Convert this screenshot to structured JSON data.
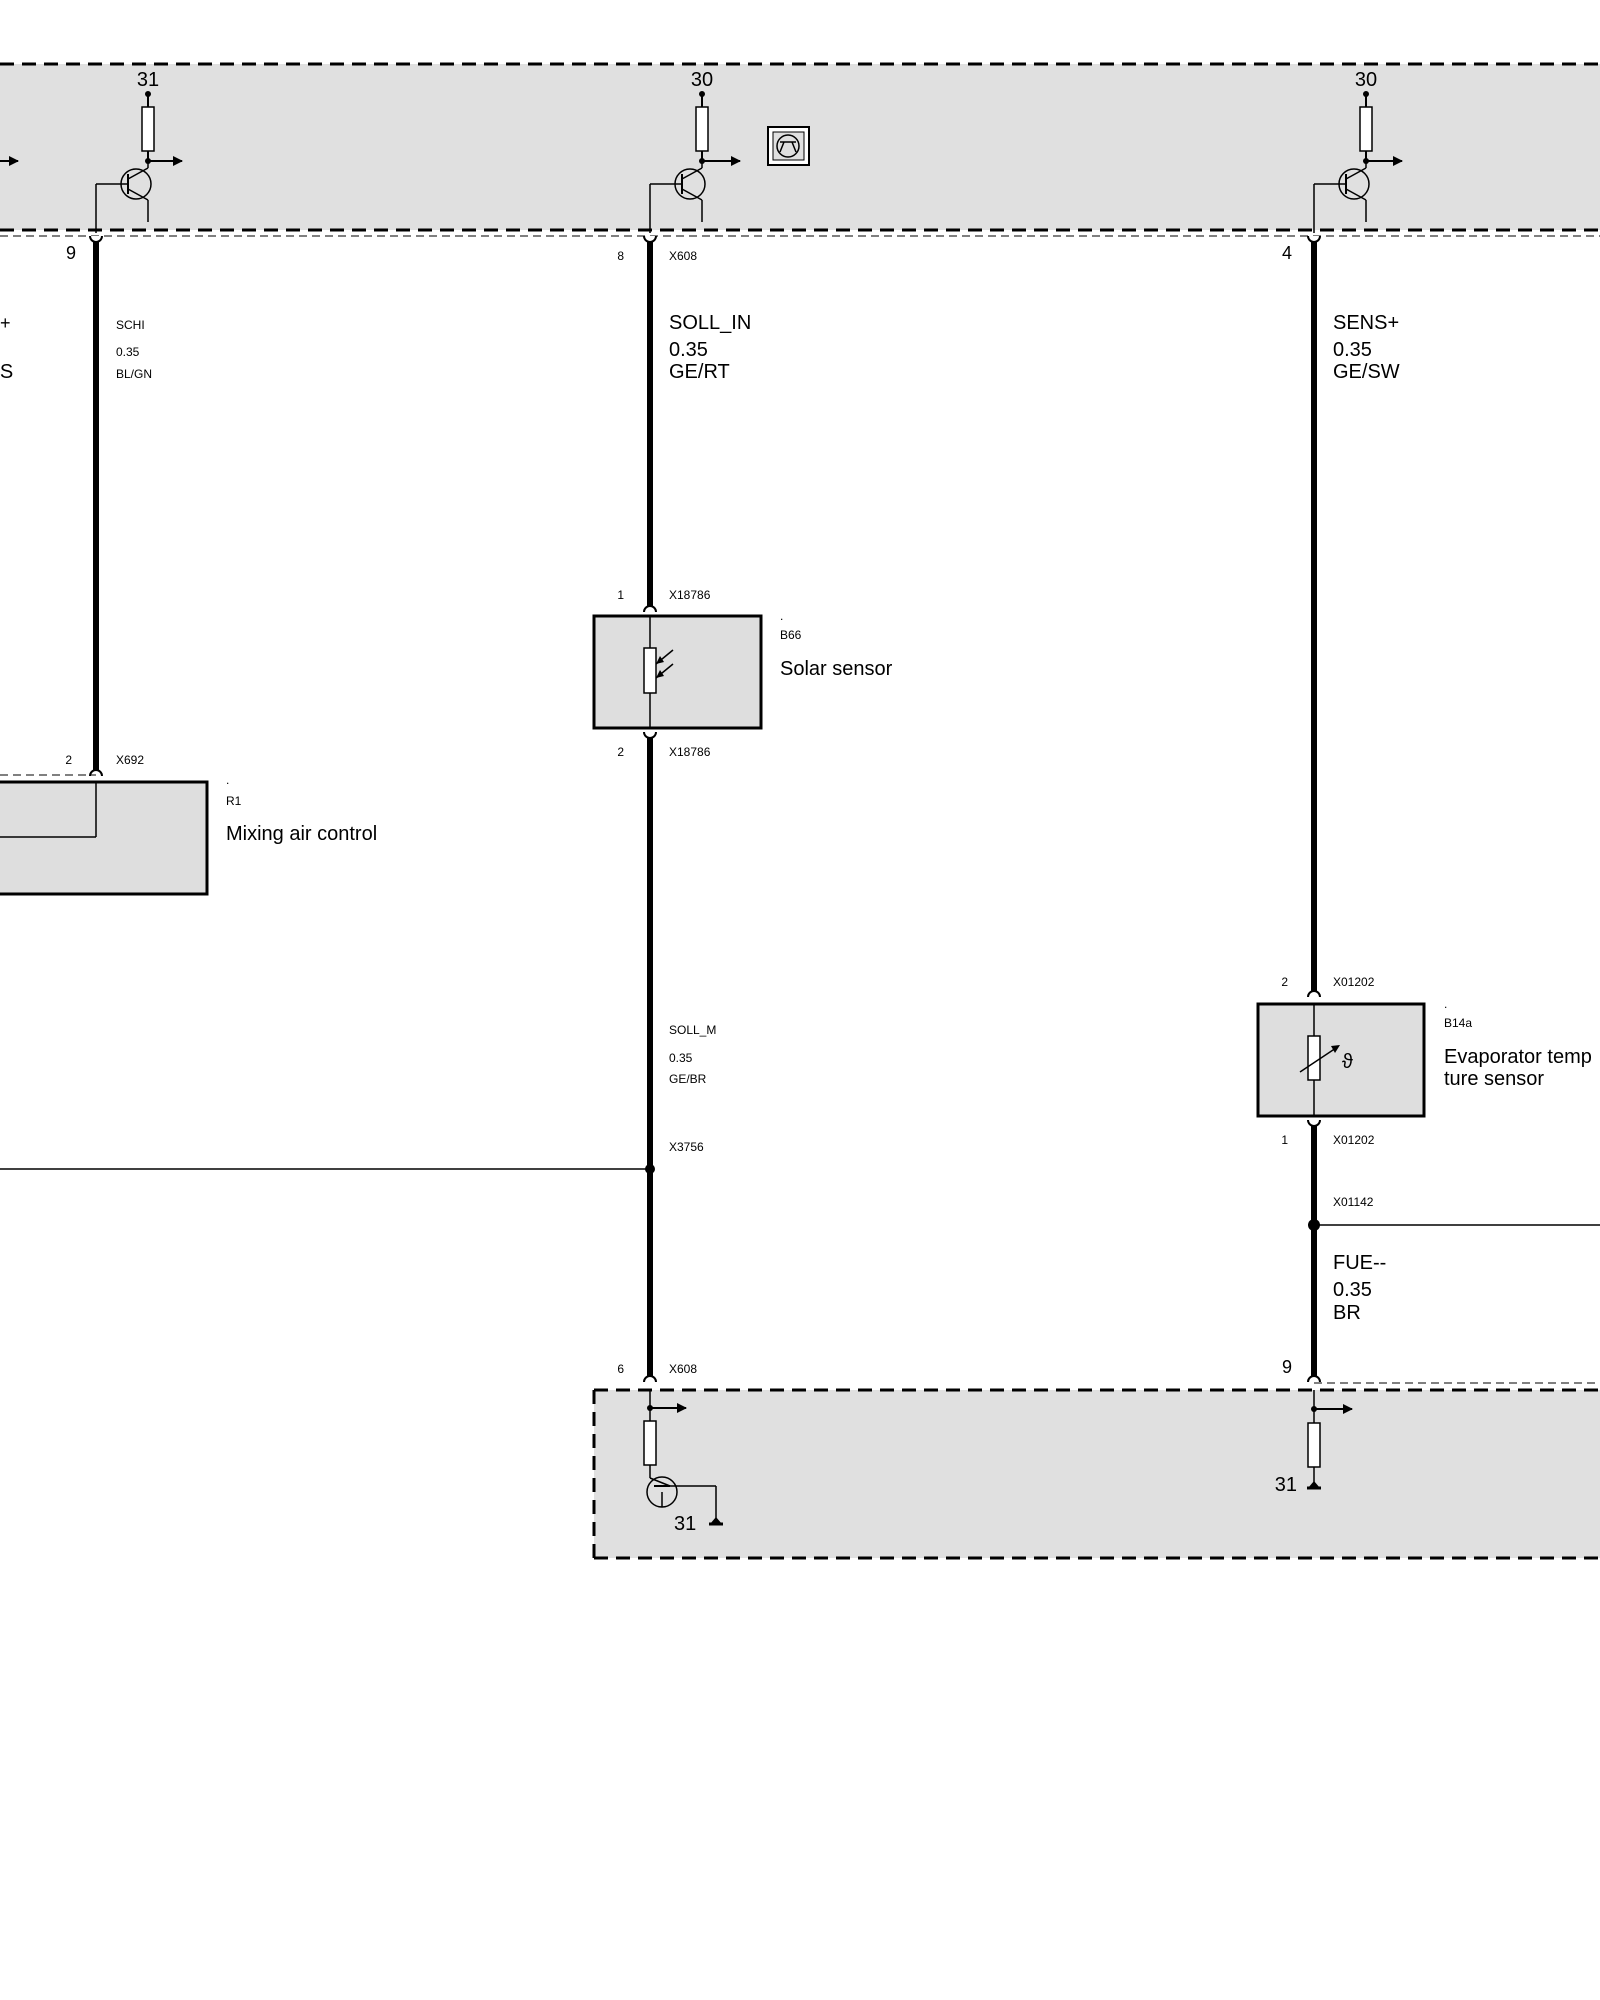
{
  "top_module": {
    "terminal_left": "31",
    "terminal_mid": "30",
    "terminal_right": "30"
  },
  "wires": {
    "left": {
      "pin_top": "9",
      "signal": "SCHI",
      "gauge": "0.35",
      "color_code": "BL/GN",
      "pin_bottom": "2",
      "connector_bottom": "X692"
    },
    "middle": {
      "pin_top": "8",
      "connector_top": "X608",
      "signal": "SOLL_IN",
      "gauge": "0.35",
      "color_code": "GE/RT",
      "sensor_pin_top": "1",
      "sensor_connector_top": "X18786",
      "sensor_pin_bottom": "2",
      "sensor_connector_bottom": "X18786",
      "lower_signal": "SOLL_M",
      "lower_gauge": "0.35",
      "lower_color_code": "GE/BR",
      "splice": "X3756",
      "pin_bottom": "6",
      "connector_bottom": "X608"
    },
    "right": {
      "pin_top": "4",
      "signal": "SENS+",
      "gauge": "0.35",
      "color_code": "GE/SW",
      "sensor_pin_top": "2",
      "sensor_connector_top": "X01202",
      "sensor_pin_bottom": "1",
      "sensor_connector_bottom": "X01202",
      "splice": "X01142",
      "lower_signal": "FUE--",
      "lower_gauge": "0.35",
      "lower_color_code": "BR",
      "pin_bottom": "9"
    },
    "edge_left": {
      "signal_fragment": "+",
      "color_fragment": "'S"
    }
  },
  "components": {
    "mixing_air": {
      "dot": ".",
      "id": "R1",
      "name": "Mixing air control"
    },
    "solar": {
      "dot": ".",
      "id": "B66",
      "name": "Solar sensor"
    },
    "evaporator": {
      "dot": ".",
      "id": "B14a",
      "name_line1": "Evaporator temp",
      "name_line2": "ture sensor"
    }
  },
  "bottom_module": {
    "ground_mid": "31",
    "ground_right": "31"
  },
  "colors": {
    "module_fill": "#e0e0e0",
    "component_fill": "#dedede",
    "line": "#000000"
  }
}
